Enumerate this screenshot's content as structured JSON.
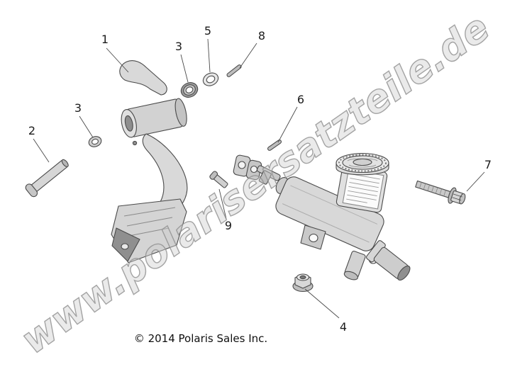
{
  "page": {
    "watermark": "www.polarisersatzteile.de",
    "copyright": "© 2014 Polaris Sales Inc."
  },
  "callouts": [
    {
      "label": "1",
      "part": "brake-pedal"
    },
    {
      "label": "2",
      "part": "clevis-pin"
    },
    {
      "label": "3",
      "part": "washer-small"
    },
    {
      "label": "3",
      "part": "washer-pivot"
    },
    {
      "label": "4",
      "part": "hex-flange-nut"
    },
    {
      "label": "5",
      "part": "flat-washer"
    },
    {
      "label": "6",
      "part": "roll-pin-center"
    },
    {
      "label": "7",
      "part": "hex-flange-bolt"
    },
    {
      "label": "8",
      "part": "roll-pin-top"
    },
    {
      "label": "9",
      "part": "dowel-pin"
    }
  ]
}
